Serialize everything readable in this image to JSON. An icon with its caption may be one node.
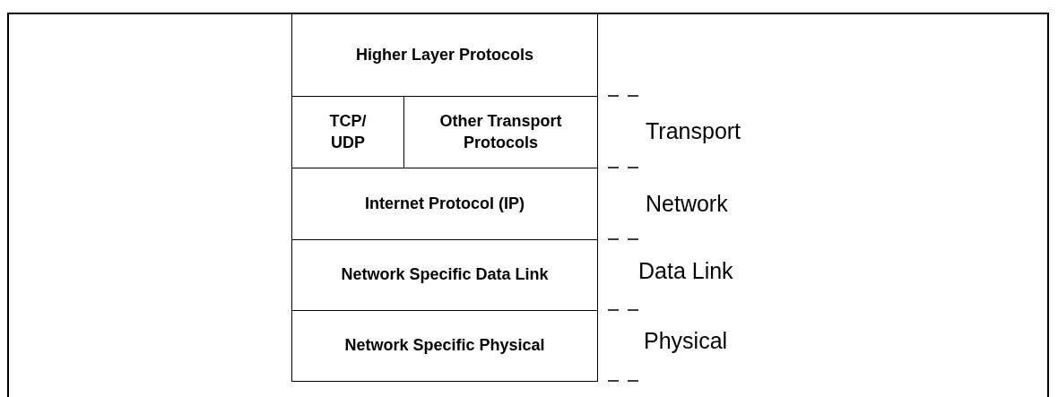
{
  "diagram": {
    "nodes": [
      {
        "text": [
          "Higher Layer Protocols"
        ]
      },
      {
        "text": [
          "TCP/ UDP"
        ]
      },
      {
        "text": [
          "Other Transport Protocols"
        ]
      },
      {
        "text": [
          "Internet Protocol (IP)"
        ]
      },
      {
        "text": [
          "Network Specific Data Link"
        ]
      },
      {
        "text": [
          "Network Specific Physical"
        ]
      }
    ],
    "edges": [],
    "labels": [
      "Transport",
      "Network",
      "Data Link",
      "Physical"
    ]
  }
}
